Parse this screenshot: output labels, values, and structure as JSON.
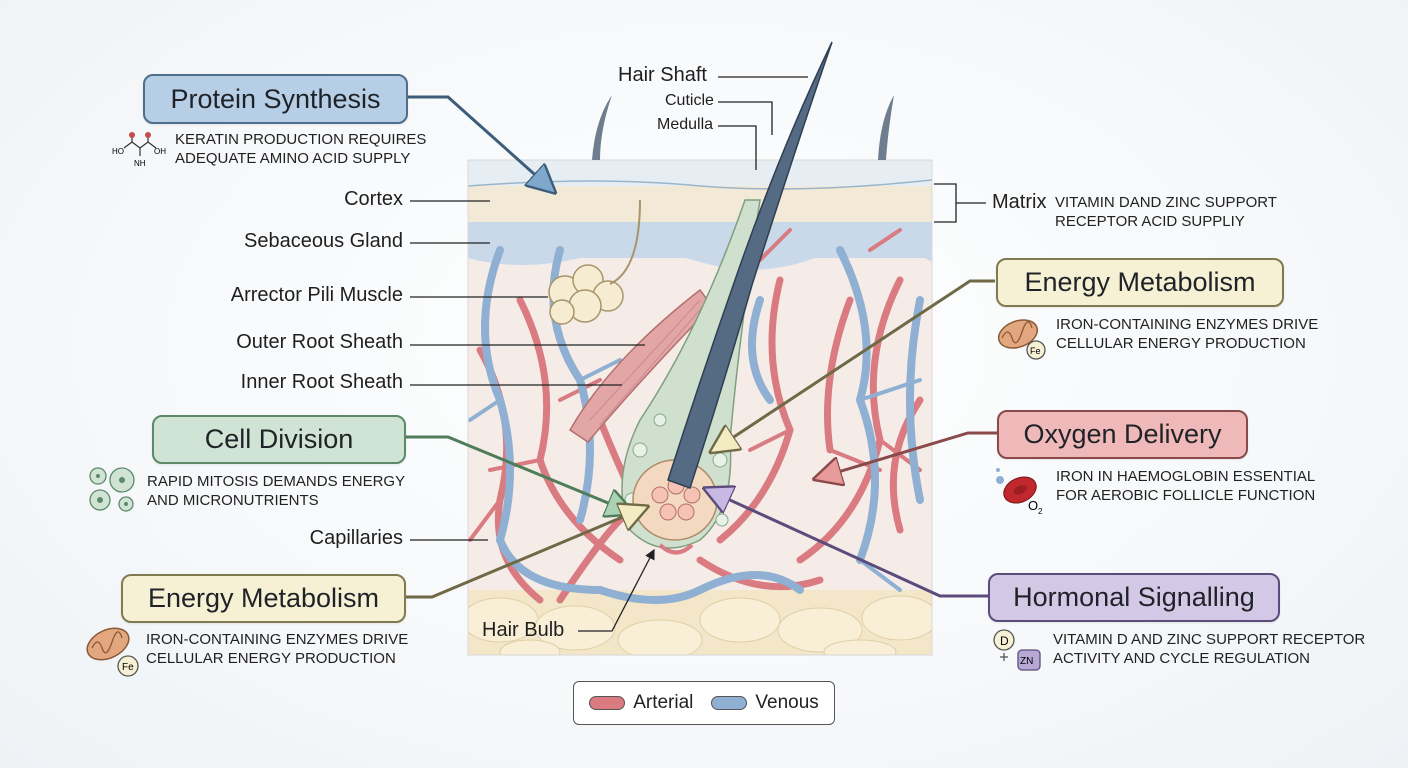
{
  "colors": {
    "arterial": "#d97b80",
    "venous": "#8fb0d3",
    "protein_box": "#b7cfe6",
    "cell_box": "#cfe4d4",
    "energy_box": "#f6f0d4",
    "oxygen_box": "#f0b9b9",
    "hormonal_box": "#d3c8e6"
  },
  "anatomy_labels": {
    "hair_shaft": "Hair Shaft",
    "cuticle": "Cuticle",
    "medulla": "Medulla",
    "cortex": "Cortex",
    "sebaceous_gland": "Sebaceous Gland",
    "arrector_pili": "Arrector Pili Muscle",
    "outer_root_sheath": "Outer Root Sheath",
    "inner_root_sheath": "Inner Root Sheath",
    "capillaries": "Capillaries",
    "hair_bulb": "Hair Bulb",
    "matrix": "Matrix"
  },
  "matrix_note": [
    "VITAMIN DAND ZINC SUPPORT",
    "RECEPTOR ACID SUPPLIY"
  ],
  "callouts": {
    "protein": {
      "title": "Protein Synthesis",
      "lines": [
        "KERATIN PRODUCTION REQUIRES",
        "ADEQUATE AMINO ACID SUPPLY"
      ],
      "icon": "amino-acid-molecule-icon"
    },
    "cell": {
      "title": "Cell Division",
      "lines": [
        "RAPID MITOSIS DEMANDS ENERGY",
        "AND MICRONUTRIENTS"
      ],
      "icon": "dividing-cells-icon"
    },
    "energy_left": {
      "title": "Energy Metabolism",
      "lines": [
        "IRON-CONTAINING ENZYMES DRIVE",
        "CELLULAR ENERGY PRODUCTION"
      ],
      "icon": "mitochondria-iron-icon"
    },
    "energy_right": {
      "title": "Energy Metabolism",
      "lines": [
        "IRON-CONTAINING ENZYMES DRIVE",
        "CELLULAR ENERGY PRODUCTION"
      ],
      "icon": "mitochondria-iron-icon"
    },
    "oxygen": {
      "title": "Oxygen Delivery",
      "lines": [
        "IRON IN HAEMOGLOBIN ESSENTIAL",
        "FOR AEROBIC FOLLICLE FUNCTION"
      ],
      "icon": "red-blood-cell-oxygen-icon"
    },
    "hormonal": {
      "title": "Hormonal Signalling",
      "lines": [
        "VITAMIN D AND ZINC SUPPORT RECEPTOR",
        "ACTIVITY AND CYCLE REGULATION"
      ],
      "icon": "vitamin-d-zinc-icon"
    }
  },
  "icon_text": {
    "fe": "Fe",
    "o2": "O",
    "o2_sub": "2",
    "d": "D",
    "zn": "ZN",
    "oh": "HO",
    "oh2": "OH",
    "nh2": "NH"
  },
  "legend": {
    "arterial": "Arterial",
    "venous": "Venous"
  }
}
